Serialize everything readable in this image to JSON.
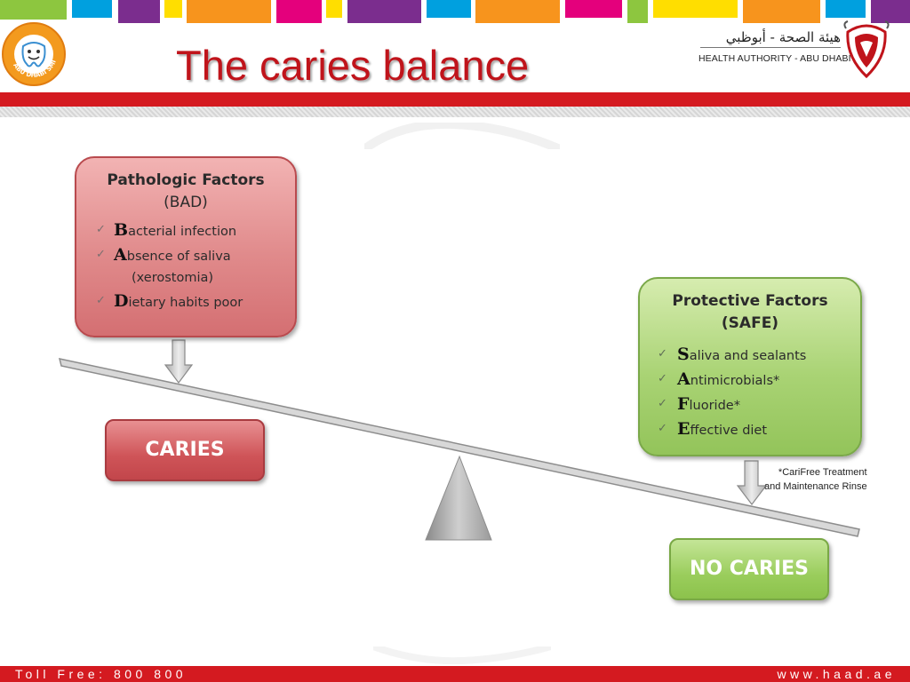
{
  "header": {
    "title": "The caries balance",
    "left_logo_text": "أبوظبي تبتسم · ABU DHABI SMILES",
    "authority_arabic": "هيئة الصحة - أبوظبي",
    "authority_english": "HEALTH AUTHORITY - ABU DHABI"
  },
  "pathologic": {
    "title": "Pathologic Factors",
    "subtitle": "(BAD)",
    "items": [
      {
        "initial": "B",
        "rest": "acterial infection"
      },
      {
        "initial": "A",
        "rest": "bsence of saliva"
      },
      {
        "initial": "D",
        "rest": "ietary habits poor"
      }
    ],
    "item2_continued": "(xerostomia)"
  },
  "protective": {
    "title": "Protective Factors",
    "subtitle": "(SAFE)",
    "items": [
      {
        "initial": "S",
        "rest": "aliva and sealants"
      },
      {
        "initial": "A",
        "rest": "ntimicrobials*"
      },
      {
        "initial": "F",
        "rest": "luoride*"
      },
      {
        "initial": "E",
        "rest": "ffective diet"
      }
    ]
  },
  "outcomes": {
    "bad": "CARIES",
    "good": "NO CARIES"
  },
  "footnote": {
    "line1": "*CariFree Treatment",
    "line2": "and Maintenance Rinse"
  },
  "footer": {
    "toll_free": "Toll Free: 800 800",
    "website": "www.haad.ae"
  },
  "icons": {
    "check": "check-icon",
    "down_arrow": "down-arrow-icon",
    "fulcrum": "fulcrum-triangle"
  },
  "colors": {
    "title_red": "#c0141b",
    "footer_red": "#d41a20",
    "bad_red": "#d46f72",
    "safe_green": "#93c45a",
    "colorbar": [
      "#8dc63f",
      "#00a0df",
      "#7b2d8e",
      "#ffde00",
      "#f7941d",
      "#e4007c",
      "#ffde00",
      "#7b2d8e",
      "#00a0df",
      "#f7941d",
      "#e4007c",
      "#8dc63f",
      "#ffde00",
      "#f7941d",
      "#00a0df",
      "#7b2d8e"
    ]
  }
}
